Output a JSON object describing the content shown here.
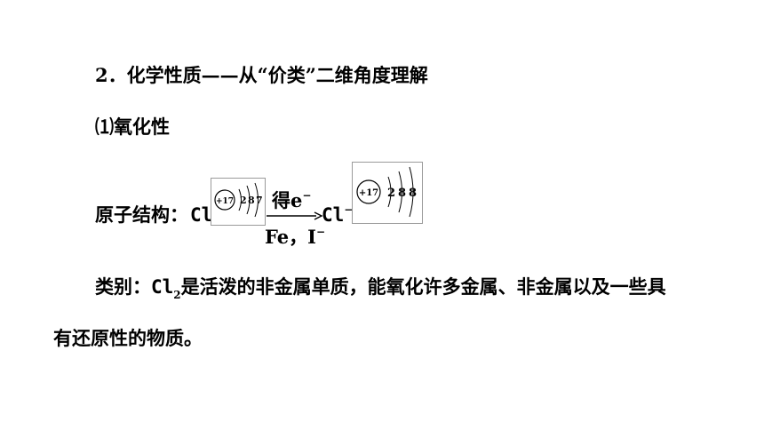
{
  "heading": "2．化学性质——从“价类”二维角度理解",
  "subheading": "⑴氧化性",
  "structure": {
    "label": "原子结构：",
    "reactant_symbol": "Cl",
    "product_symbol": "Cl",
    "product_charge": "−",
    "arrow_top": "得e",
    "arrow_top_charge": "−",
    "arrow_bottom": "Fe，I",
    "arrow_bottom_charge": "−",
    "cl_atom": {
      "nucleus": "+17",
      "shells": [
        "2",
        "8",
        "7"
      ]
    },
    "cl_ion": {
      "nucleus": "+17",
      "shells": [
        "2",
        "8",
        "8"
      ]
    }
  },
  "category": {
    "label": "类别：",
    "formula": "Cl",
    "formula_sub": "2",
    "text1": "是活泼的非金属单质，能氧化许多金属、非金属以及一些具",
    "text2": "有还原性的物质。"
  }
}
